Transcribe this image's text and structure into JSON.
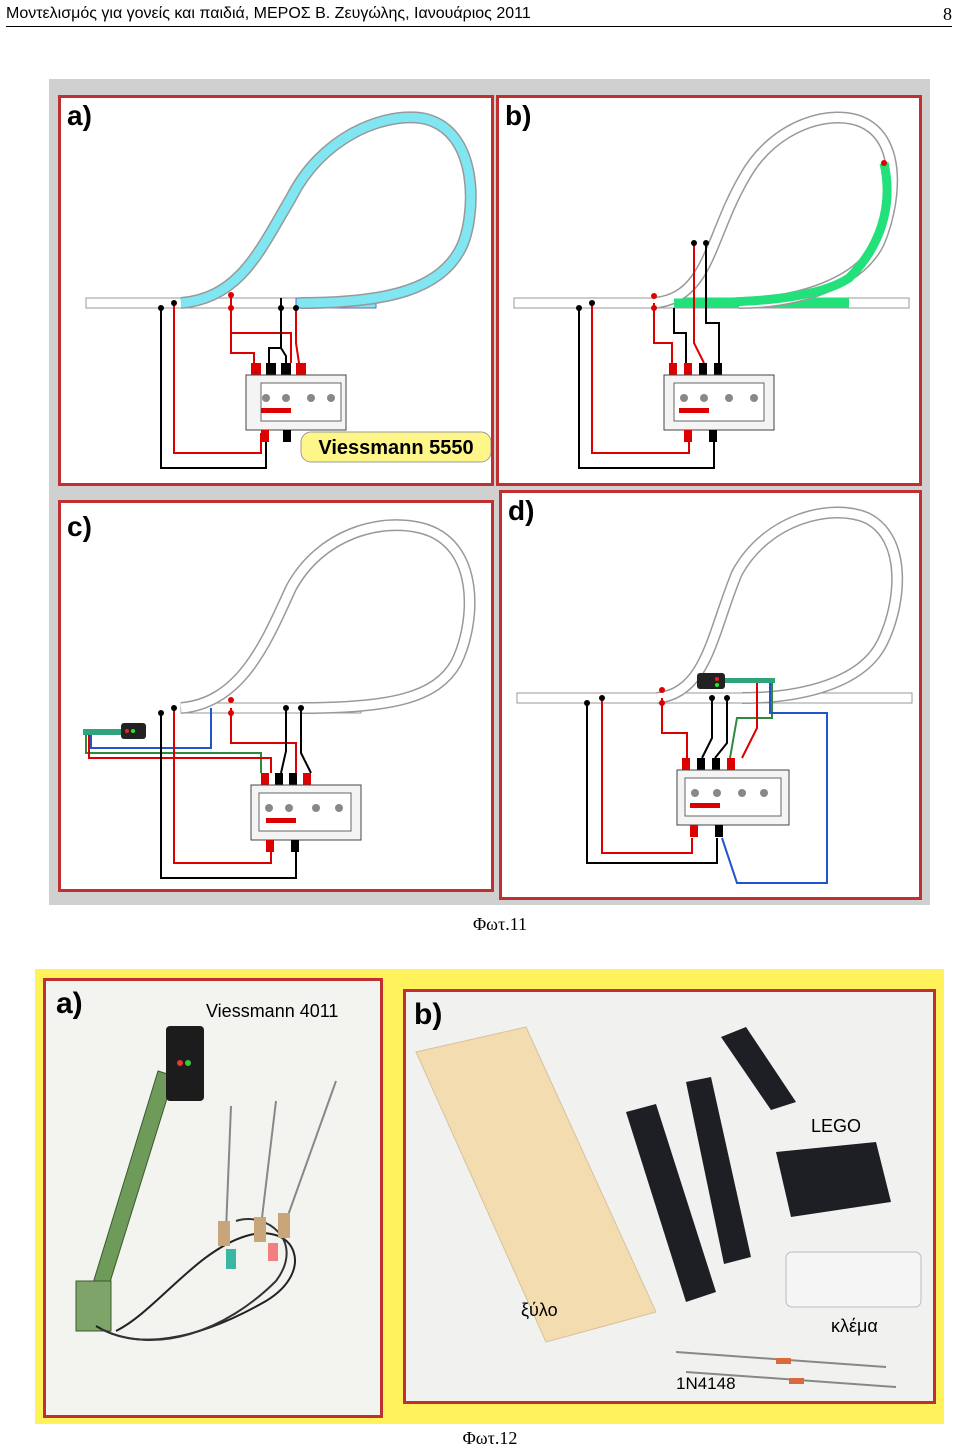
{
  "header": {
    "title": "Μοντελισμός για γονείς και παιδιά, ΜΕΡΟΣ Β. Ζευγώλης, Ιανουάριος 2011",
    "page_number": "8"
  },
  "figure1": {
    "panels": [
      {
        "label": "a)",
        "tag": "Viessmann 5550"
      },
      {
        "label": "b)"
      },
      {
        "label": "c)"
      },
      {
        "label": "d)"
      }
    ],
    "caption": "Φωτ.11"
  },
  "figure2": {
    "panel_a": {
      "label": "a)",
      "text": "Viessmann 4011"
    },
    "panel_b": {
      "label": "b)",
      "lego": "LEGO",
      "wood": "ξύλο",
      "terminal": "κλέμα",
      "diode": "1N4148"
    },
    "caption": "Φωτ.12"
  },
  "colors": {
    "frame_red": "#c03030",
    "highlight_cyan": "#7fe6f2",
    "highlight_green": "#22e07a",
    "figure_bg": "#d0d0d0",
    "photo_bg": "#fff25a"
  }
}
